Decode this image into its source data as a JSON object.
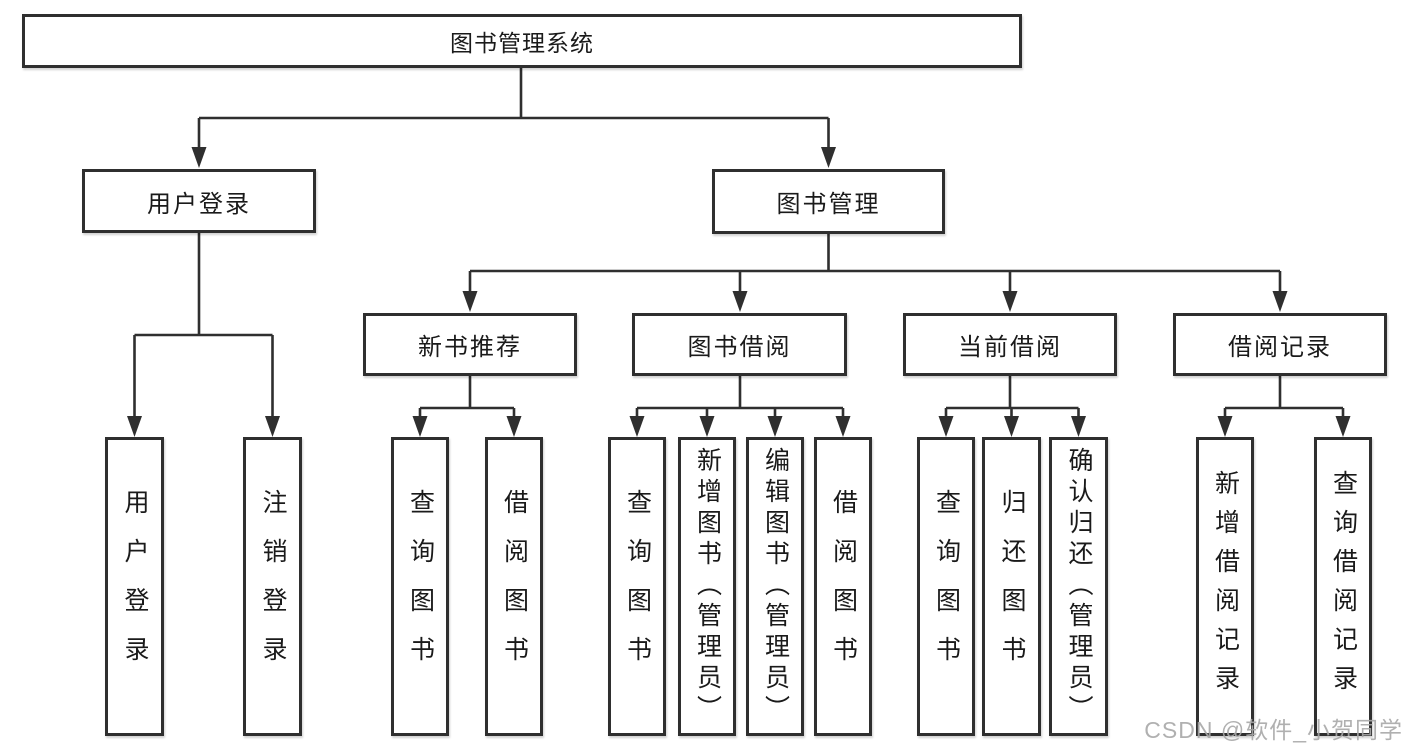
{
  "diagram": {
    "root": "图书管理系统",
    "level2": [
      "用户登录",
      "图书管理"
    ],
    "level3": [
      "新书推荐",
      "图书借阅",
      "当前借阅",
      "借阅记录"
    ],
    "leaves_login": [
      "用户登录",
      "注销登录"
    ],
    "leaves_recommend": [
      "查询图书",
      "借阅图书"
    ],
    "leaves_borrow": [
      "查询图书",
      "新增图书（管理员）",
      "编辑图书（管理员）",
      "借阅图书"
    ],
    "leaves_current": [
      "查询图书",
      "归还图书",
      "确认归还（管理员）"
    ],
    "leaves_records": [
      "新增借阅记录",
      "查询借阅记录"
    ]
  },
  "watermark": {
    "text": "CSDN @软件_小贺同学"
  },
  "colors": {
    "line": "#2f2f2f",
    "text": "#1a1a1a",
    "watermark": "#a8a8a8",
    "background": "#ffffff"
  }
}
